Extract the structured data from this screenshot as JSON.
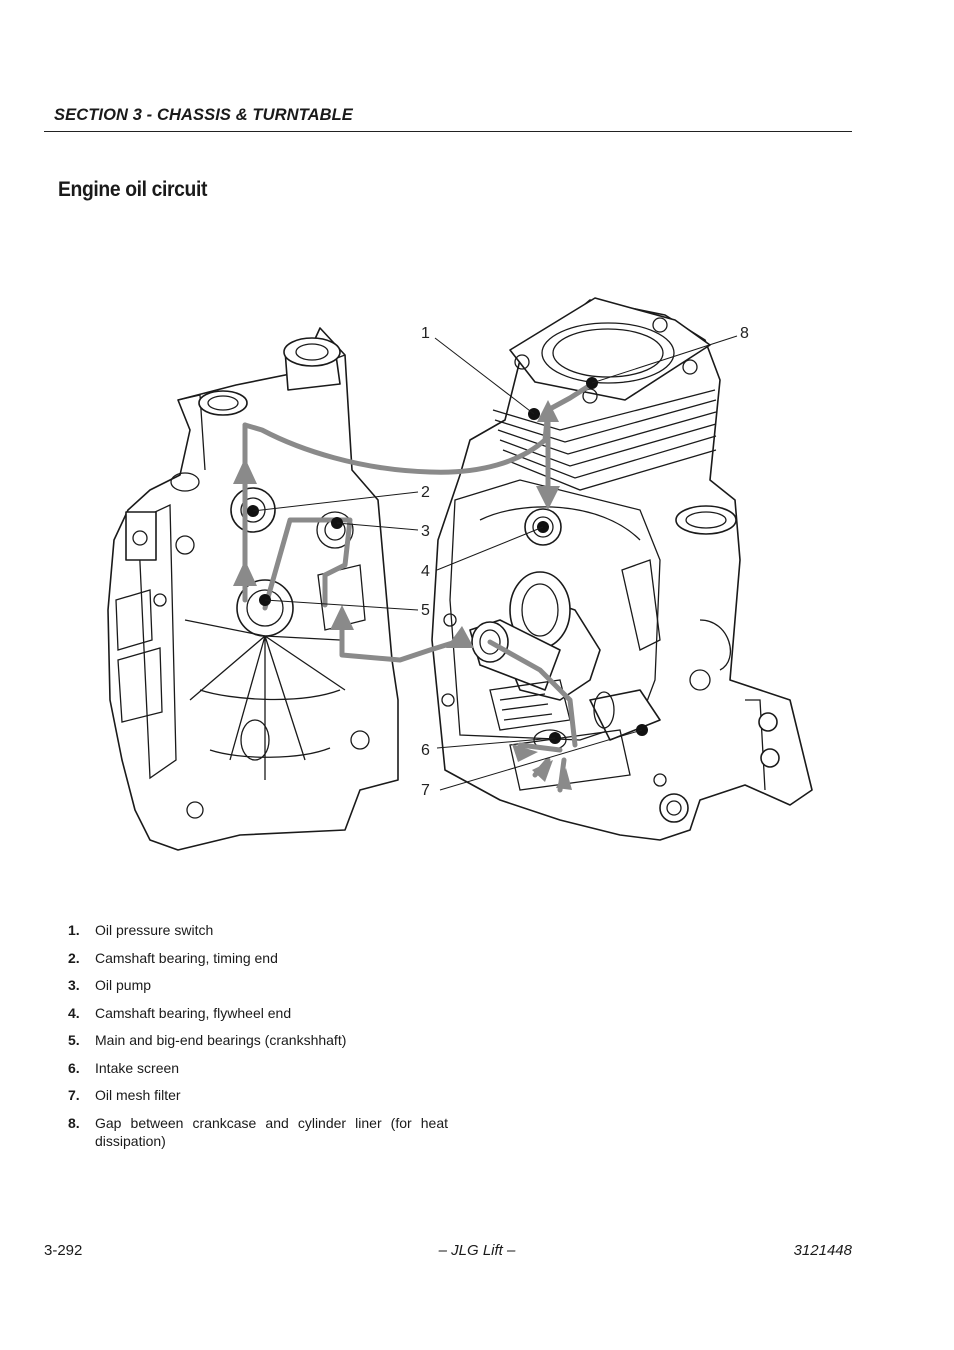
{
  "header": {
    "section": "SECTION 3 - CHASSIS & TURNTABLE"
  },
  "page_title": "Engine oil circuit",
  "callouts": [
    "1",
    "2",
    "3",
    "4",
    "5",
    "6",
    "7",
    "8"
  ],
  "legend": [
    {
      "num": "1.",
      "text": "Oil pressure switch"
    },
    {
      "num": "2.",
      "text": "Camshaft bearing, timing end"
    },
    {
      "num": "3.",
      "text": "Oil pump"
    },
    {
      "num": "4.",
      "text": "Camshaft bearing, flywheel end"
    },
    {
      "num": "5.",
      "text": "Main and big-end bearings (crankshhaft)"
    },
    {
      "num": "6.",
      "text": "Intake screen"
    },
    {
      "num": "7.",
      "text": "Oil mesh filter"
    },
    {
      "num": "8.",
      "text": "Gap between crankcase and cylinder liner (for heat dissipation)"
    }
  ],
  "footer": {
    "page": "3-292",
    "center": "– JLG Lift –",
    "doc": "3121448"
  },
  "colors": {
    "oil_path": "#8a8a8a",
    "line": "#1a1a1a"
  }
}
